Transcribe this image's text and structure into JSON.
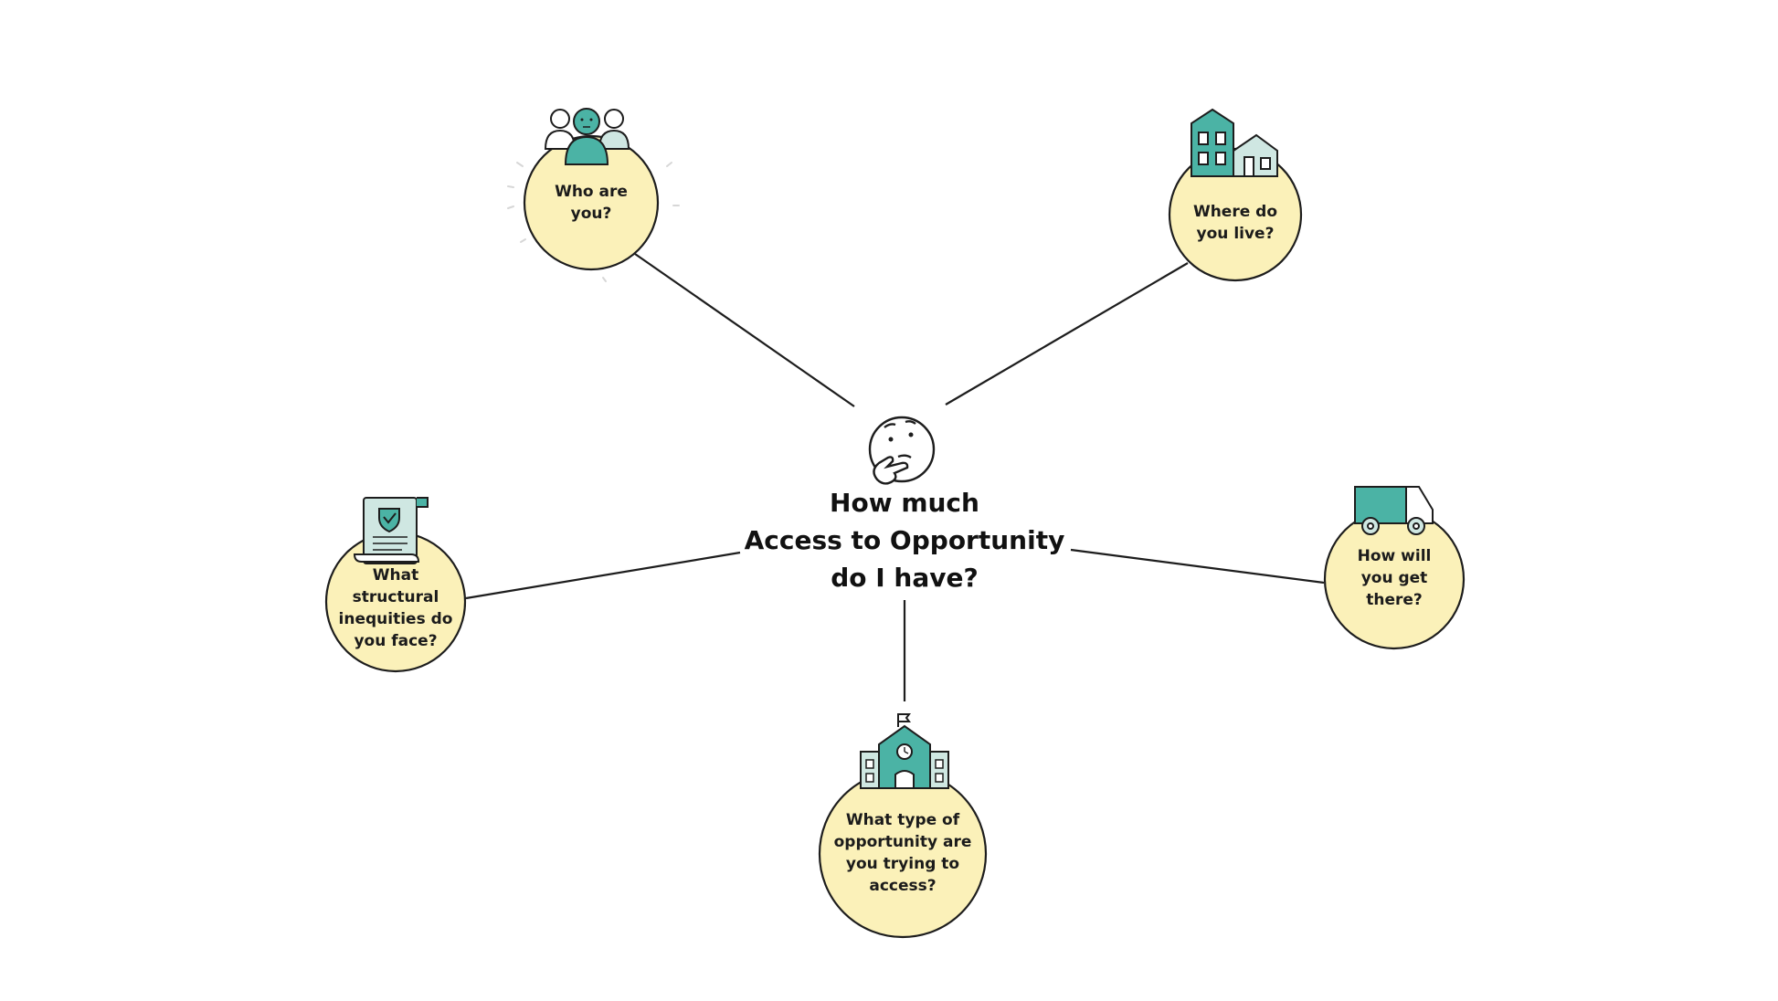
{
  "center": {
    "line1": "How much",
    "line2": "Access to Opportunity",
    "line3": "do I have?",
    "icon": "thinking-face-icon"
  },
  "nodes": {
    "who": {
      "text": "Who are you?",
      "icon": "people-group-icon"
    },
    "where": {
      "text": "Where do you live?",
      "icon": "houses-icon"
    },
    "inequities": {
      "text": "What structural inequities do you face?",
      "icon": "shield-document-icon"
    },
    "transport": {
      "text": "How will you get there?",
      "icon": "truck-icon"
    },
    "opportunity": {
      "text": "What type of opportunity are you trying to access?",
      "icon": "school-building-icon"
    }
  },
  "colors": {
    "circle_fill": "#fbf1b9",
    "outline": "#1d1d1d",
    "teal": "#4bb3a5",
    "light_teal": "#cfe7e2"
  }
}
